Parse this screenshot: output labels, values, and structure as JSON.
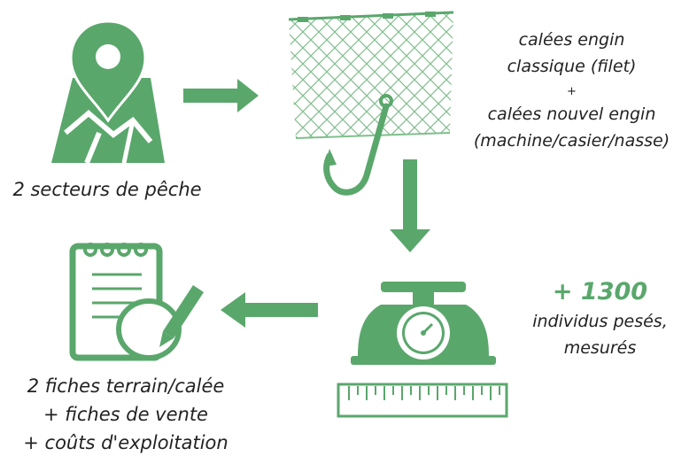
{
  "colors": {
    "accent": "#5aa76c",
    "accent_dark": "#4a9a5e",
    "text": "#222222",
    "net_line": "#9fd0a8"
  },
  "steps": {
    "location": {
      "icon": "map-pin-icon",
      "caption": "2 secteurs de pêche"
    },
    "gear": {
      "icon": "fishing-net-hook-icon",
      "lines": [
        "calées engin",
        "classique (filet)",
        "+",
        "calées nouvel engin",
        "(machine/casier/nasse)"
      ]
    },
    "weighing": {
      "icon": "scale-and-ruler-icon",
      "count": "+ 1300",
      "lines": [
        "individus pesés,",
        "mesurés"
      ]
    },
    "forms": {
      "icon": "notepad-pen-icon",
      "lines": [
        "2 fiches terrain/calée",
        "+ fiches de vente",
        "+ coûts d'exploitation"
      ]
    }
  }
}
